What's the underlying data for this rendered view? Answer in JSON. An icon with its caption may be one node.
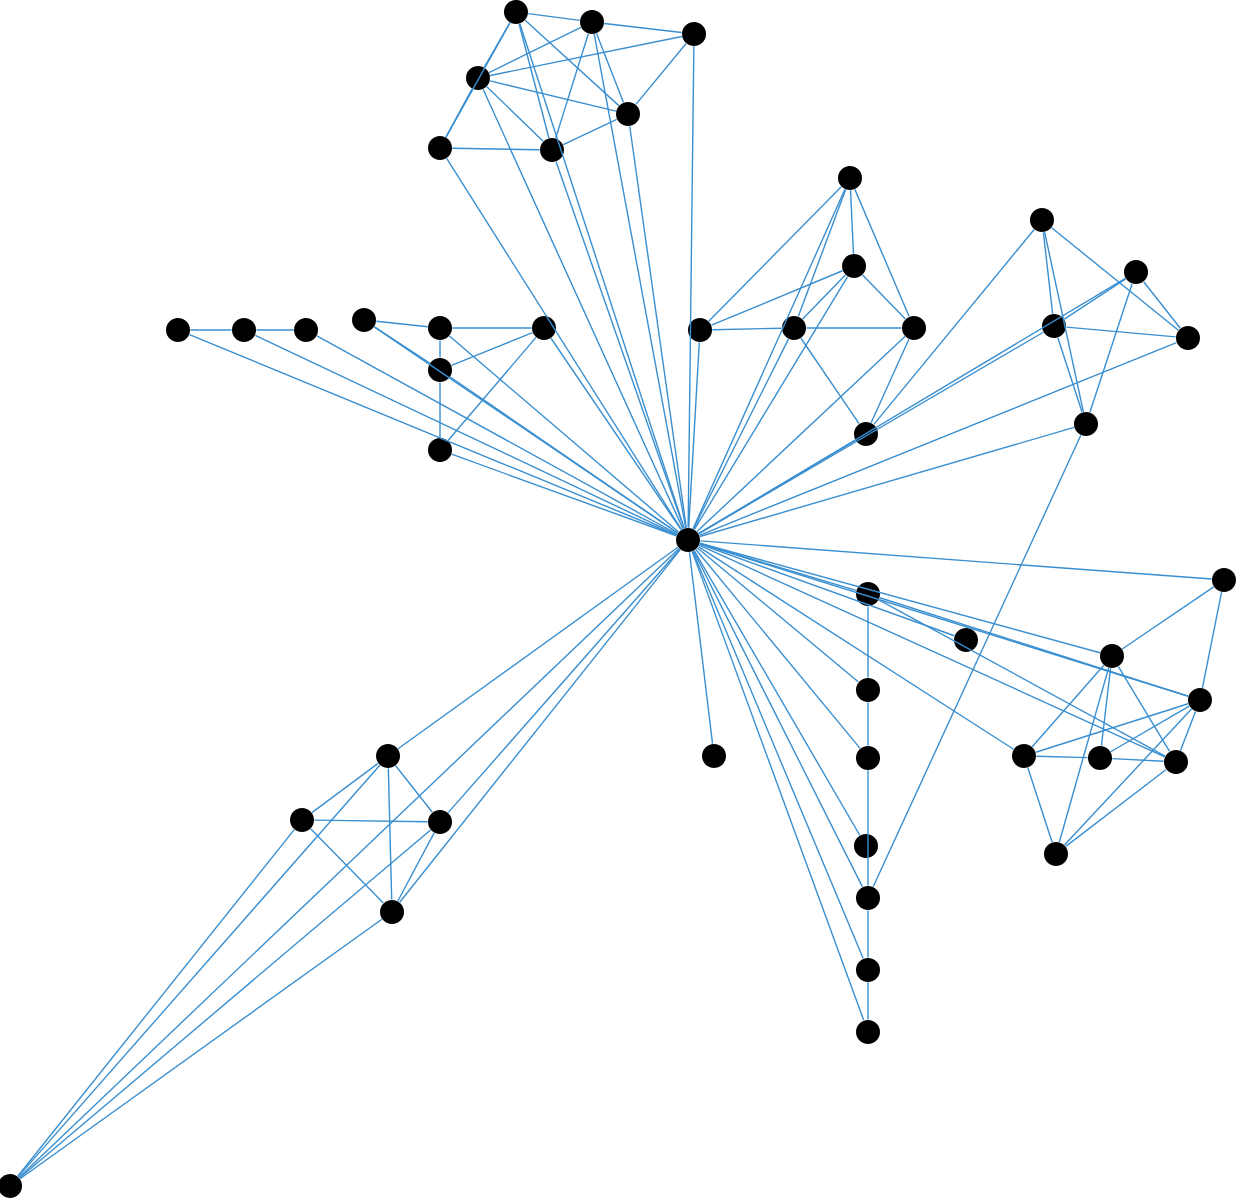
{
  "diagram": {
    "nodes": [
      {
        "text": [],
        "shape": "circle"
      },
      {
        "text": [],
        "shape": "circle"
      },
      {
        "text": [],
        "shape": "circle"
      },
      {
        "text": [],
        "shape": "circle"
      },
      {
        "text": [],
        "shape": "circle"
      },
      {
        "text": [],
        "shape": "circle"
      },
      {
        "text": [],
        "shape": "circle"
      },
      {
        "text": [],
        "shape": "circle"
      },
      {
        "text": [],
        "shape": "circle"
      },
      {
        "text": [],
        "shape": "circle"
      },
      {
        "text": [],
        "shape": "circle"
      },
      {
        "text": [],
        "shape": "circle"
      },
      {
        "text": [],
        "shape": "circle"
      },
      {
        "text": [],
        "shape": "circle"
      },
      {
        "text": [],
        "shape": "circle"
      },
      {
        "text": [],
        "shape": "circle"
      },
      {
        "text": [],
        "shape": "circle"
      },
      {
        "text": [],
        "shape": "circle"
      },
      {
        "text": [],
        "shape": "circle"
      },
      {
        "text": [],
        "shape": "circle"
      },
      {
        "text": [],
        "shape": "circle"
      },
      {
        "text": [],
        "shape": "circle"
      },
      {
        "text": [],
        "shape": "circle"
      },
      {
        "text": [],
        "shape": "circle"
      },
      {
        "text": [],
        "shape": "circle"
      },
      {
        "text": [],
        "shape": "circle"
      },
      {
        "text": [],
        "shape": "circle"
      },
      {
        "text": [],
        "shape": "circle"
      },
      {
        "text": [],
        "shape": "circle"
      },
      {
        "text": [],
        "shape": "circle"
      },
      {
        "text": [],
        "shape": "circle"
      },
      {
        "text": [],
        "shape": "circle"
      },
      {
        "text": [],
        "shape": "circle"
      },
      {
        "text": [],
        "shape": "circle"
      },
      {
        "text": [],
        "shape": "circle"
      },
      {
        "text": [],
        "shape": "circle"
      },
      {
        "text": [],
        "shape": "circle"
      },
      {
        "text": [],
        "shape": "circle"
      },
      {
        "text": [],
        "shape": "circle"
      },
      {
        "text": [],
        "shape": "circle"
      },
      {
        "text": [],
        "shape": "circle"
      },
      {
        "text": [],
        "shape": "circle"
      },
      {
        "text": [],
        "shape": "circle"
      },
      {
        "text": [],
        "shape": "circle"
      },
      {
        "text": [],
        "shape": "circle"
      },
      {
        "text": [],
        "shape": "circle"
      },
      {
        "text": [],
        "shape": "circle"
      },
      {
        "text": [],
        "shape": "circle"
      }
    ],
    "edges": [
      {
        "from": 0,
        "to": 1,
        "arrow": "none"
      },
      {
        "from": 0,
        "to": 3,
        "arrow": "none"
      },
      {
        "from": 0,
        "to": 4,
        "arrow": "none"
      },
      {
        "from": 0,
        "to": 6,
        "arrow": "none"
      },
      {
        "from": 0,
        "to": 5,
        "arrow": "none"
      },
      {
        "from": 1,
        "to": 3,
        "arrow": "none"
      },
      {
        "from": 1,
        "to": 4,
        "arrow": "none"
      },
      {
        "from": 1,
        "to": 6,
        "arrow": "none"
      },
      {
        "from": 1,
        "to": 2,
        "arrow": "none"
      },
      {
        "from": 3,
        "to": 4,
        "arrow": "none"
      },
      {
        "from": 3,
        "to": 5,
        "arrow": "none"
      },
      {
        "from": 3,
        "to": 6,
        "arrow": "none"
      },
      {
        "from": 5,
        "to": 6,
        "arrow": "none"
      },
      {
        "from": 4,
        "to": 6,
        "arrow": "none"
      },
      {
        "from": 2,
        "to": 4,
        "arrow": "none"
      },
      {
        "from": 2,
        "to": 3,
        "arrow": "none"
      },
      {
        "from": 5,
        "to": 26,
        "arrow": "none"
      },
      {
        "from": 3,
        "to": 26,
        "arrow": "none"
      },
      {
        "from": 0,
        "to": 26,
        "arrow": "none"
      },
      {
        "from": 6,
        "to": 26,
        "arrow": "none"
      },
      {
        "from": 4,
        "to": 26,
        "arrow": "none"
      },
      {
        "from": 1,
        "to": 26,
        "arrow": "none"
      },
      {
        "from": 2,
        "to": 26,
        "arrow": "none"
      },
      {
        "from": 7,
        "to": 8,
        "arrow": "none"
      },
      {
        "from": 8,
        "to": 9,
        "arrow": "none"
      },
      {
        "from": 10,
        "to": 11,
        "arrow": "none"
      },
      {
        "from": 11,
        "to": 12,
        "arrow": "none"
      },
      {
        "from": 11,
        "to": 13,
        "arrow": "none"
      },
      {
        "from": 13,
        "to": 14,
        "arrow": "none"
      },
      {
        "from": 13,
        "to": 12,
        "arrow": "none"
      },
      {
        "from": 14,
        "to": 12,
        "arrow": "none"
      },
      {
        "from": 10,
        "to": 13,
        "arrow": "none"
      },
      {
        "from": 7,
        "to": 26,
        "arrow": "none"
      },
      {
        "from": 8,
        "to": 26,
        "arrow": "none"
      },
      {
        "from": 9,
        "to": 26,
        "arrow": "none"
      },
      {
        "from": 10,
        "to": 26,
        "arrow": "none"
      },
      {
        "from": 11,
        "to": 26,
        "arrow": "none"
      },
      {
        "from": 12,
        "to": 26,
        "arrow": "none"
      },
      {
        "from": 13,
        "to": 26,
        "arrow": "none"
      },
      {
        "from": 14,
        "to": 26,
        "arrow": "none"
      },
      {
        "from": 16,
        "to": 15,
        "arrow": "none"
      },
      {
        "from": 16,
        "to": 18,
        "arrow": "none"
      },
      {
        "from": 16,
        "to": 17,
        "arrow": "none"
      },
      {
        "from": 16,
        "to": 19,
        "arrow": "none"
      },
      {
        "from": 17,
        "to": 15,
        "arrow": "none"
      },
      {
        "from": 17,
        "to": 18,
        "arrow": "none"
      },
      {
        "from": 17,
        "to": 19,
        "arrow": "none"
      },
      {
        "from": 15,
        "to": 18,
        "arrow": "none"
      },
      {
        "from": 18,
        "to": 19,
        "arrow": "none"
      },
      {
        "from": 18,
        "to": 20,
        "arrow": "none"
      },
      {
        "from": 19,
        "to": 20,
        "arrow": "none"
      },
      {
        "from": 15,
        "to": 26,
        "arrow": "none"
      },
      {
        "from": 16,
        "to": 26,
        "arrow": "none"
      },
      {
        "from": 17,
        "to": 26,
        "arrow": "none"
      },
      {
        "from": 18,
        "to": 26,
        "arrow": "none"
      },
      {
        "from": 20,
        "to": 26,
        "arrow": "none"
      },
      {
        "from": 19,
        "to": 26,
        "arrow": "none"
      },
      {
        "from": 21,
        "to": 20,
        "arrow": "none"
      },
      {
        "from": 21,
        "to": 23,
        "arrow": "none"
      },
      {
        "from": 21,
        "to": 25,
        "arrow": "none"
      },
      {
        "from": 21,
        "to": 24,
        "arrow": "none"
      },
      {
        "from": 22,
        "to": 23,
        "arrow": "none"
      },
      {
        "from": 22,
        "to": 24,
        "arrow": "none"
      },
      {
        "from": 22,
        "to": 25,
        "arrow": "none"
      },
      {
        "from": 23,
        "to": 24,
        "arrow": "none"
      },
      {
        "from": 23,
        "to": 25,
        "arrow": "none"
      },
      {
        "from": 23,
        "to": 26,
        "arrow": "none"
      },
      {
        "from": 22,
        "to": 26,
        "arrow": "none"
      },
      {
        "from": 24,
        "to": 26,
        "arrow": "none"
      },
      {
        "from": 25,
        "to": 26,
        "arrow": "none"
      },
      {
        "from": 25,
        "to": 39,
        "arrow": "none"
      },
      {
        "from": 27,
        "to": 29,
        "arrow": "none"
      },
      {
        "from": 27,
        "to": 30,
        "arrow": "none"
      },
      {
        "from": 27,
        "to": 26,
        "arrow": "none"
      },
      {
        "from": 29,
        "to": 31,
        "arrow": "none"
      },
      {
        "from": 29,
        "to": 32,
        "arrow": "none"
      },
      {
        "from": 29,
        "to": 33,
        "arrow": "none"
      },
      {
        "from": 29,
        "to": 34,
        "arrow": "none"
      },
      {
        "from": 30,
        "to": 31,
        "arrow": "none"
      },
      {
        "from": 30,
        "to": 32,
        "arrow": "none"
      },
      {
        "from": 30,
        "to": 33,
        "arrow": "none"
      },
      {
        "from": 31,
        "to": 32,
        "arrow": "none"
      },
      {
        "from": 32,
        "to": 33,
        "arrow": "none"
      },
      {
        "from": 31,
        "to": 34,
        "arrow": "none"
      },
      {
        "from": 33,
        "to": 34,
        "arrow": "none"
      },
      {
        "from": 30,
        "to": 34,
        "arrow": "none"
      },
      {
        "from": 28,
        "to": 26,
        "arrow": "none"
      },
      {
        "from": 29,
        "to": 26,
        "arrow": "none"
      },
      {
        "from": 30,
        "to": 26,
        "arrow": "none"
      },
      {
        "from": 33,
        "to": 26,
        "arrow": "none"
      },
      {
        "from": 31,
        "to": 26,
        "arrow": "none"
      },
      {
        "from": 35,
        "to": 30,
        "arrow": "none"
      },
      {
        "from": 35,
        "to": 33,
        "arrow": "none"
      },
      {
        "from": 35,
        "to": 36,
        "arrow": "none"
      },
      {
        "from": 36,
        "to": 37,
        "arrow": "none"
      },
      {
        "from": 37,
        "to": 39,
        "arrow": "none"
      },
      {
        "from": 39,
        "to": 40,
        "arrow": "none"
      },
      {
        "from": 40,
        "to": 41,
        "arrow": "none"
      },
      {
        "from": 35,
        "to": 26,
        "arrow": "none"
      },
      {
        "from": 36,
        "to": 26,
        "arrow": "none"
      },
      {
        "from": 37,
        "to": 26,
        "arrow": "none"
      },
      {
        "from": 38,
        "to": 26,
        "arrow": "none"
      },
      {
        "from": 39,
        "to": 26,
        "arrow": "none"
      },
      {
        "from": 40,
        "to": 26,
        "arrow": "none"
      },
      {
        "from": 41,
        "to": 26,
        "arrow": "none"
      },
      {
        "from": 42,
        "to": 26,
        "arrow": "none"
      },
      {
        "from": 43,
        "to": 44,
        "arrow": "none"
      },
      {
        "from": 43,
        "to": 45,
        "arrow": "none"
      },
      {
        "from": 43,
        "to": 46,
        "arrow": "none"
      },
      {
        "from": 44,
        "to": 45,
        "arrow": "none"
      },
      {
        "from": 44,
        "to": 46,
        "arrow": "none"
      },
      {
        "from": 45,
        "to": 46,
        "arrow": "none"
      },
      {
        "from": 47,
        "to": 43,
        "arrow": "none"
      },
      {
        "from": 47,
        "to": 44,
        "arrow": "none"
      },
      {
        "from": 47,
        "to": 45,
        "arrow": "none"
      },
      {
        "from": 47,
        "to": 46,
        "arrow": "none"
      },
      {
        "from": 26,
        "to": 43,
        "arrow": "none"
      },
      {
        "from": 26,
        "to": 45,
        "arrow": "none"
      },
      {
        "from": 26,
        "to": 46,
        "arrow": "none"
      },
      {
        "from": 26,
        "to": 47,
        "arrow": "none"
      }
    ]
  }
}
